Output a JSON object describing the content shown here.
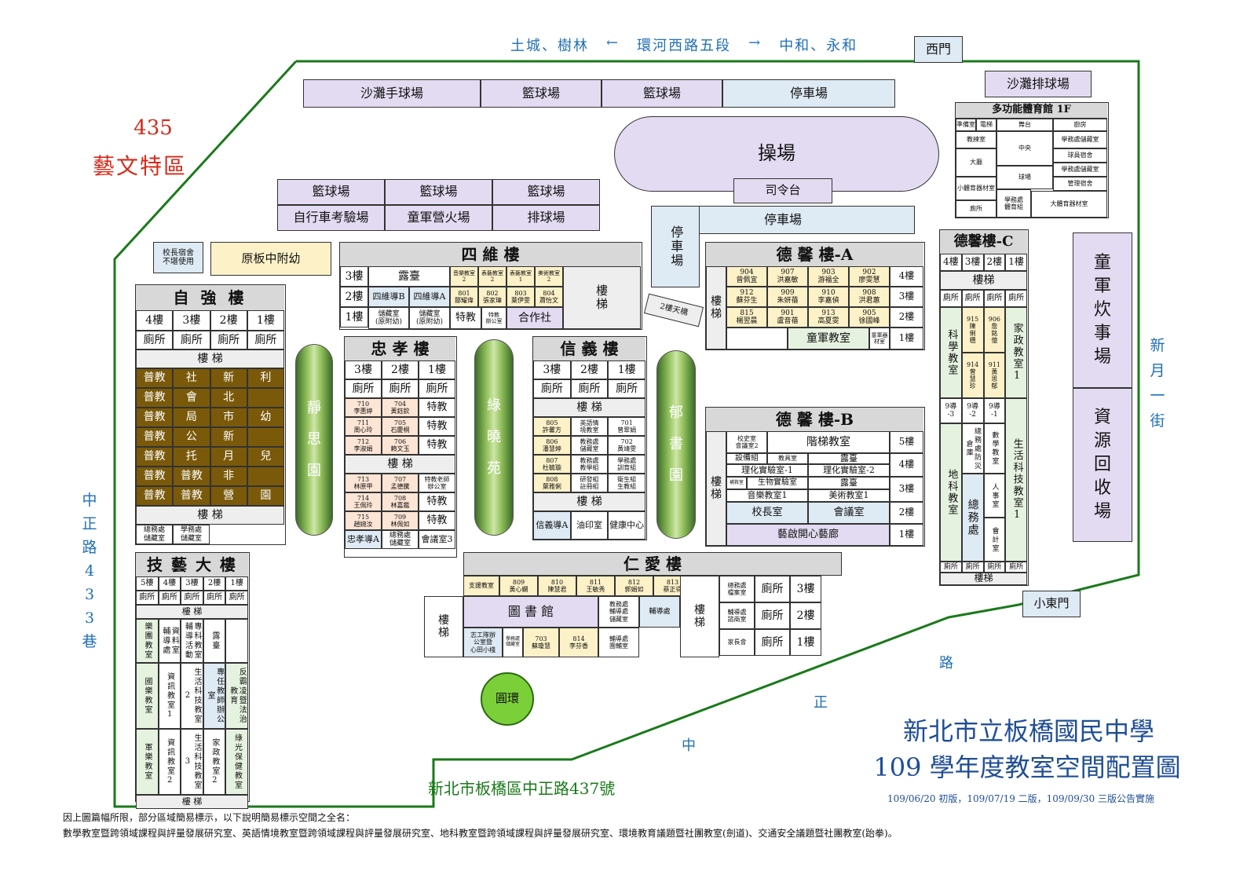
{
  "top_road": {
    "left": "土城、樹林",
    "arrow_l": "←",
    "mid": "環河西路五段",
    "arrow_r": "→",
    "right": "中和、永和"
  },
  "gates": {
    "west": "西門",
    "small_east": "小東門"
  },
  "zone": {
    "number": "435",
    "name": "藝文特區"
  },
  "left_road": {
    "chars": [
      "中",
      "正",
      "路",
      "4",
      "3",
      "3",
      "巷"
    ]
  },
  "right_road": {
    "chars": [
      "新",
      "月",
      "一",
      "街"
    ]
  },
  "bottom_road": {
    "zh": "路",
    "zheng": "正",
    "zhong": "中"
  },
  "address": "新北市板橋區中正路437號",
  "title": {
    "line1": "新北市立板橋國民中學",
    "line2": "109 學年度教室空間配置圖",
    "versions": "109/06/20 初版，109/07/19 二版，109/09/30 三版公告實施"
  },
  "footnote": {
    "line1": "因上圖篇幅所限，部分區域簡易標示，以下說明簡易標示空間之全名：",
    "line2": "數學教室暨跨領域課程與評量發展研究室、英語情境教室暨跨領域課程與評量發展研究室、地科教室暨跨領域課程與評量發展研究室、環境教育議題暨社團教室(劍道)、交通安全議題暨社團教室(跆拳)。"
  },
  "courts_top": [
    "沙灘手球場",
    "籃球場",
    "籃球場",
    "停車場"
  ],
  "beach_volley": "沙灘排球場",
  "field": "操場",
  "stage": "司令台",
  "parking2": "停車場",
  "parking3": "停車場",
  "courts_mid": [
    "籃球場",
    "籃球場",
    "籃球場",
    "自行車考驗場",
    "童軍營火場",
    "排球場"
  ],
  "principal_dorm": "校長宿舍\n不堪使用",
  "kinder": "原板中附幼",
  "gym": {
    "title": "多功能體育館 1F",
    "cells": [
      "準備室",
      "電梯",
      "舞台",
      "廚房",
      "教練室",
      "中央",
      "學務處儲藏室",
      "大廳",
      "球場",
      "球員宿舍",
      "學務處儲藏室",
      "管理宿舍",
      "小體育器材室",
      "學務處\n體育組",
      "大體育器材室",
      "廁所"
    ]
  },
  "ziqiang": {
    "title": "自 強 樓",
    "floors": [
      "4樓",
      "3樓",
      "2樓",
      "1樓"
    ],
    "toilets": [
      "廁所",
      "廁所",
      "廁所",
      "廁所"
    ],
    "stairs": "樓    梯",
    "rows": [
      [
        "普教",
        "社",
        "新",
        "利"
      ],
      [
        "普教",
        "會",
        "北",
        ""
      ],
      [
        "普教",
        "局",
        "市",
        "幼"
      ],
      [
        "普教",
        "公",
        "新",
        ""
      ],
      [
        "普教",
        "托",
        "月",
        "兒"
      ],
      [
        "普教",
        "普教",
        "非",
        ""
      ],
      [
        "普教",
        "普教",
        "營",
        "園"
      ]
    ],
    "stairs2": "樓    梯",
    "bottom": [
      "總務處\n儲藏室",
      "學務處\n儲藏室"
    ]
  },
  "jiyi": {
    "title": "技 藝 大 樓",
    "floors": [
      "5樓",
      "4樓",
      "3樓",
      "2樓",
      "1樓"
    ],
    "toilets": [
      "廁所",
      "廁所",
      "廁所",
      "廁所",
      "廁所"
    ],
    "stairs": "樓    梯",
    "col_a": [
      "樂團教室",
      "國樂教室",
      "軍樂教室"
    ],
    "col_b": [
      "資料室 輔導處",
      "資訊教室1",
      "資訊教室2"
    ],
    "col_c": [
      "專科教室 輔導活動",
      "生活科技教室2",
      "生活科技教室3"
    ],
    "col_d": [
      "露臺",
      "專任教師辦公室",
      "家政教室2"
    ],
    "col_e": [
      "",
      "反霸凌暨法治教育",
      "綠光保健教室"
    ],
    "stairs2": "樓    梯"
  },
  "siwei": {
    "title": "四    維    樓",
    "floors": [
      "3樓",
      "2樓",
      "1樓"
    ],
    "r3": [
      "露臺",
      "音樂教室\n2",
      "表藝教室\n2",
      "表藝教室\n1",
      "美術教室\n2"
    ],
    "r2": [
      "四維導B",
      "四維導A",
      "801\n鄒耀偉",
      "802\n張家瑋",
      "803\n葉伊雯",
      "804\n蕭怡文"
    ],
    "r1": [
      "儲藏室\n(原附幼)",
      "儲藏室\n(原附幼)",
      "特教",
      "特教\n辦公室",
      "合作社"
    ],
    "stairs": "樓\n梯",
    "bridge": "2樓天橋"
  },
  "zhongxiao": {
    "title": "忠 孝 樓",
    "floors": [
      "3樓",
      "2樓",
      "1樓"
    ],
    "toilets": [
      "廁所",
      "廁所",
      "廁所"
    ],
    "rows": [
      [
        "710\n李惠婷",
        "704\n黃鈺欽",
        "特教"
      ],
      [
        "711\n周心玲",
        "705\n石慶桐",
        "特教"
      ],
      [
        "712\n李淑娟",
        "706\n賴文玉",
        "特教"
      ]
    ],
    "stairs": "樓    梯",
    "rows2": [
      [
        "713\n林原甲",
        "707\n孟德騰",
        "特教老師\n辦公室"
      ],
      [
        "714\n王佩玲",
        "708\n林嘉鑑",
        "特教"
      ],
      [
        "715\n趙婉汝",
        "709\n林佩如",
        "特教"
      ]
    ],
    "bottom": [
      "忠孝導A",
      "總務處\n儲藏室",
      "會議室3"
    ]
  },
  "xinyi": {
    "title": "信 義 樓",
    "floors": [
      "3樓",
      "2樓",
      "1樓"
    ],
    "toilets": [
      "廁所",
      "廁所",
      "廁所"
    ],
    "stairs": "樓    梯",
    "rows": [
      [
        "805\n許馨方",
        "英語情\n境教室",
        "701\n曾翠娟"
      ],
      [
        "806\n潘慧婷",
        "教務處\n儲藏室",
        "702\n黃靖雯"
      ],
      [
        "807\n杜毓璇",
        "教務處\n教學組",
        "學務處\n訓育組"
      ],
      [
        "808\n葉雅俐",
        "研發組\n註冊組",
        "衛生組\n生教組"
      ]
    ],
    "stairs2": "樓    梯",
    "bottom": [
      "信義導A",
      "油印室",
      "健康中心"
    ]
  },
  "gardens": [
    "靜\n思\n園",
    "綠\n曉\n苑",
    "郁\n書\n園"
  ],
  "deming_a": {
    "title": "德 馨 樓-A",
    "stairs": "樓\n梯",
    "rows": [
      [
        "904\n曾佩宜",
        "907\n洪嘉敏",
        "903\n游福全",
        "902\n廖雯慧"
      ],
      [
        "912\n蘇芬生",
        "909\n朱妍蓓",
        "910\n李嘉偵",
        "908\n洪君蕙"
      ],
      [
        "815\n楊翌晨",
        "901\n盧音蓓",
        "913\n高夏雯",
        "905\n徐國峰"
      ]
    ],
    "scout": "童軍教室",
    "scout_store": "童軍器材室",
    "floors": [
      "4樓",
      "3樓",
      "2樓",
      "1樓"
    ]
  },
  "deming_b": {
    "title": "德 馨 樓-B",
    "stairs": "樓\n梯",
    "r5": [
      "校史室\n會議室2",
      "階梯教室"
    ],
    "r4a": [
      "設備組",
      "教具室",
      "露臺"
    ],
    "r4b": [
      "理化實驗室-1",
      "理化實驗室-2"
    ],
    "r3": [
      "補救室",
      "生物實驗室",
      "露臺"
    ],
    "r3b": [
      "音樂教室1",
      "美術教室1"
    ],
    "r2": [
      "校長室",
      "會議室"
    ],
    "r1": "藝啟開心藝廊",
    "floors": [
      "5樓",
      "4樓",
      "3樓",
      "2樓",
      "1樓"
    ]
  },
  "deming_c": {
    "title": "德馨樓-C",
    "floors": [
      "4樓",
      "3樓",
      "2樓",
      "1樓"
    ],
    "stairs": "樓梯",
    "toilets": [
      "廁所",
      "廁所",
      "廁所",
      "廁所"
    ],
    "science": "科學教室",
    "c915": "915\n陳\n俐\n穗",
    "c906": "906\n詹\n銘\n億",
    "c914": "914\n曾\n慧\n珍",
    "c911": "911\n黃\n思\n郁",
    "home_ec": "家政教室1",
    "nines": [
      "9導\n-3",
      "9導\n-2",
      "9導\n-1"
    ],
    "earth": "地科教室",
    "general_store": "總務處防災倉庫",
    "general": "總務處",
    "math": "數學教室",
    "personnel": "人事室",
    "accounting": "會計室",
    "life_tech": "生活科技教室1",
    "toilets2": [
      "廁所",
      "廁所",
      "廁所",
      "廁所"
    ],
    "stairs2": "樓梯"
  },
  "scout_kitchen": "童\n軍\n炊\n事\n場",
  "recycle": "資\n源\n回\n收\n場",
  "renai": {
    "title": "仁    愛    樓",
    "r3": [
      "支援教室",
      "809\n黃心嫻",
      "810\n陳慧君",
      "811\n王敏秀",
      "812\n郭娟如",
      "813\n蔡正得"
    ],
    "stairs_l": "樓\n梯",
    "library": "圖 書 館",
    "lib_right": [
      "教務處\n輔導處\n儲藏室",
      "輔導處"
    ],
    "r1": [
      "志工隊辦\n公室暨\n心田小棧",
      "學務處\n儲藏室",
      "703\n蘇瓊慧",
      "814\n李芬香",
      "輔導處\n團輔室"
    ],
    "stairs_r": "樓\n梯",
    "side": [
      "總務處\n檔案室",
      "廁所",
      "3樓",
      "輔導處\n諮商室",
      "廁所",
      "2樓",
      "家長會",
      "廁所",
      "1樓"
    ]
  },
  "roundabout": "圓環"
}
